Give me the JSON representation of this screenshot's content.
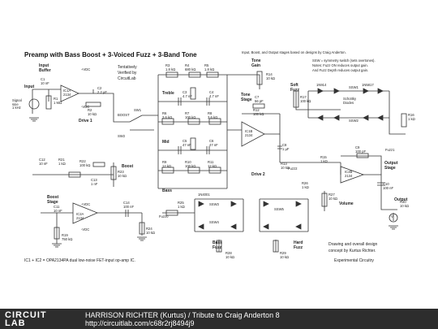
{
  "title": "Preamp with Bass Boost + 3-Voiced Fuzz + 3-Band Tone",
  "notes": {
    "top": "Input, Boost, and Output stages based on designs by Craig Anderton.",
    "ssw1": "SSW = symmetry switch (sets overtones).",
    "ssw2": "Notes: Fuzz ON reduces output gain.",
    "ssw3": "And Fuzz Depth reduces output gain.",
    "drawing1": "Drawing and overall design",
    "drawing2": "concept by Kurtus Richter.",
    "experimental": "Experimental Circuitry",
    "ic": "IC1 + IC2 = OPA2134PA dual low-noise FET-input op-amp IC.",
    "tentative1": "Tentatively",
    "tentative2": "Verified by",
    "tentative3": "CircuitLab"
  },
  "labels": {
    "input_buffer": "Input\nBuffer",
    "input": "Input",
    "signal_src": "Signal\nsine\n1 kHz",
    "drive1": "Drive 1",
    "boost": "BOOST",
    "treble": "Treble",
    "mid": "Mid",
    "bass": "Bass",
    "tone_gain": "Tone\nGain",
    "tone_stage": "Tone\nStage",
    "soft_fuzz": "Soft\nFuzz",
    "schottky": "Schottky\nDiodes",
    "drive2": "Drive 2",
    "fuzz2": "Fuzz2",
    "fuzz1": "Fuzz1",
    "boost_knob": "Boost",
    "boost_stage": "Boost\nStage",
    "fuzz0": "Fuzz0",
    "bass_fuzz": "Bass\nFuzz",
    "hard_fuzz": "Hard\nFuzz",
    "volume": "Volume",
    "output_stage": "Output\nStage",
    "output": "Output",
    "vcc": "+VDC",
    "vee": "-VDC",
    "out_meter": "V"
  },
  "components": {
    "c1": "C1\n10 nF",
    "r1": "R1\n1 MΩ",
    "ic1a": "IC1A\n2134",
    "c2": "C2\n2.2 µF",
    "r2": "R2\n10 kΩ",
    "r3": "R3\n1.8 kΩ",
    "r4": "R4\n680 kΩ",
    "r5": "R5\n1.8 kΩ",
    "c3": "C3\n4.7 nF",
    "c4": "C4\n4.7 nF",
    "r6": "R6\n3.6 kΩ",
    "r7": "R7\n100 kΩ",
    "r8": "R8\n3.6 kΩ",
    "c5": "C5\n47 nF",
    "c6": "C6\n47 nF",
    "r9": "R9\n12 kΩ",
    "r10": "R10\n100 kΩ",
    "r11": "R11\n12 kΩ",
    "c7": "C7\n56 pF",
    "r12": "R12\n100 kΩ",
    "ic1b": "IC1B\n2134",
    "c8": "C8\n1 µF",
    "r13": "R13\n10 kΩ",
    "r14": "R14\n10 kΩ",
    "r15": "R15\n1 kΩ",
    "c9": "C9\n100 pF",
    "ic2b": "IC2B\n2134",
    "c10": "C10\n100 nF",
    "r16": "R16\n1 kΩ",
    "r17": "R17\n100 kΩ",
    "c11": "C11\n10 nF",
    "c12": "C12\n10 nF",
    "r21": "R21\n1 kΩ",
    "r22": "R22\n100 kΩ",
    "r23": "R23\n10 kΩ",
    "ic2a": "IC2A\n2134",
    "r19": "R19\n750 kΩ",
    "c13": "C13\n1 nF",
    "c14": "C14\n100 nF",
    "r24": "R24\n10 kΩ",
    "r25": "R25\n1 kΩ",
    "r26": "R26\n1 kΩ",
    "r27": "R27\n10 kΩ",
    "r28": "R28\n10 kΩ",
    "r29": "R29\n10 kΩ",
    "r30": "R30\n10 kΩ",
    "c15": "C15\n100 nF",
    "sw1": "SW1",
    "sw2": "SW2",
    "ssw1": "SSW1",
    "ssw2": "SSW2",
    "ssw3": "SSW3",
    "ssw4": "SSW4",
    "ssw5": "SSW5",
    "d_1n914": "1N914",
    "d_1n5817": "1N5817",
    "d_1n4001": "1N4001"
  },
  "footer": {
    "logo_top": "CIRCUIT",
    "logo_bottom": "LAB",
    "credit": "HARRISON RICHTER (Kurtus) / Tribute to Craig Anderton 8",
    "url": "http://circuitlab.com/c68r2rj8494j9"
  },
  "colors": {
    "wire": "#333333",
    "footer_bg": "#2d2d2d",
    "text": "#222222",
    "accent_box": "#f2f2f2"
  }
}
